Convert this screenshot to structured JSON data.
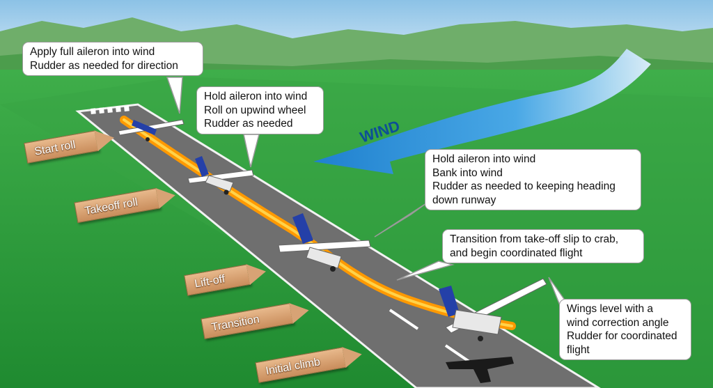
{
  "wind_label": "WIND",
  "callouts": {
    "full_aileron": [
      "Apply full aileron into wind",
      "Rudder as needed for direction"
    ],
    "roll_on": [
      "Hold aileron into wind",
      "Roll on upwind wheel",
      "Rudder as needed"
    ],
    "bank": [
      "Hold aileron into wind",
      "Bank into wind",
      "Rudder as needed to keeping heading",
      "down runway"
    ],
    "transition": [
      "Transition from take-off slip to crab,",
      "and begin coordinated flight"
    ],
    "wings_level": [
      "Wings level with a",
      "wind correction angle",
      "Rudder for coordinated",
      "flight"
    ]
  },
  "stages": [
    "Start roll",
    "Takeoff roll",
    "Lift-off",
    "Transition",
    "Initial climb"
  ],
  "colors": {
    "sky": "#7fb8de",
    "grass": "#2f9a3c",
    "runway": "#6f6f6f",
    "track": "#ffae00",
    "wind": "#2a8ee0",
    "label": "#d7a375"
  }
}
